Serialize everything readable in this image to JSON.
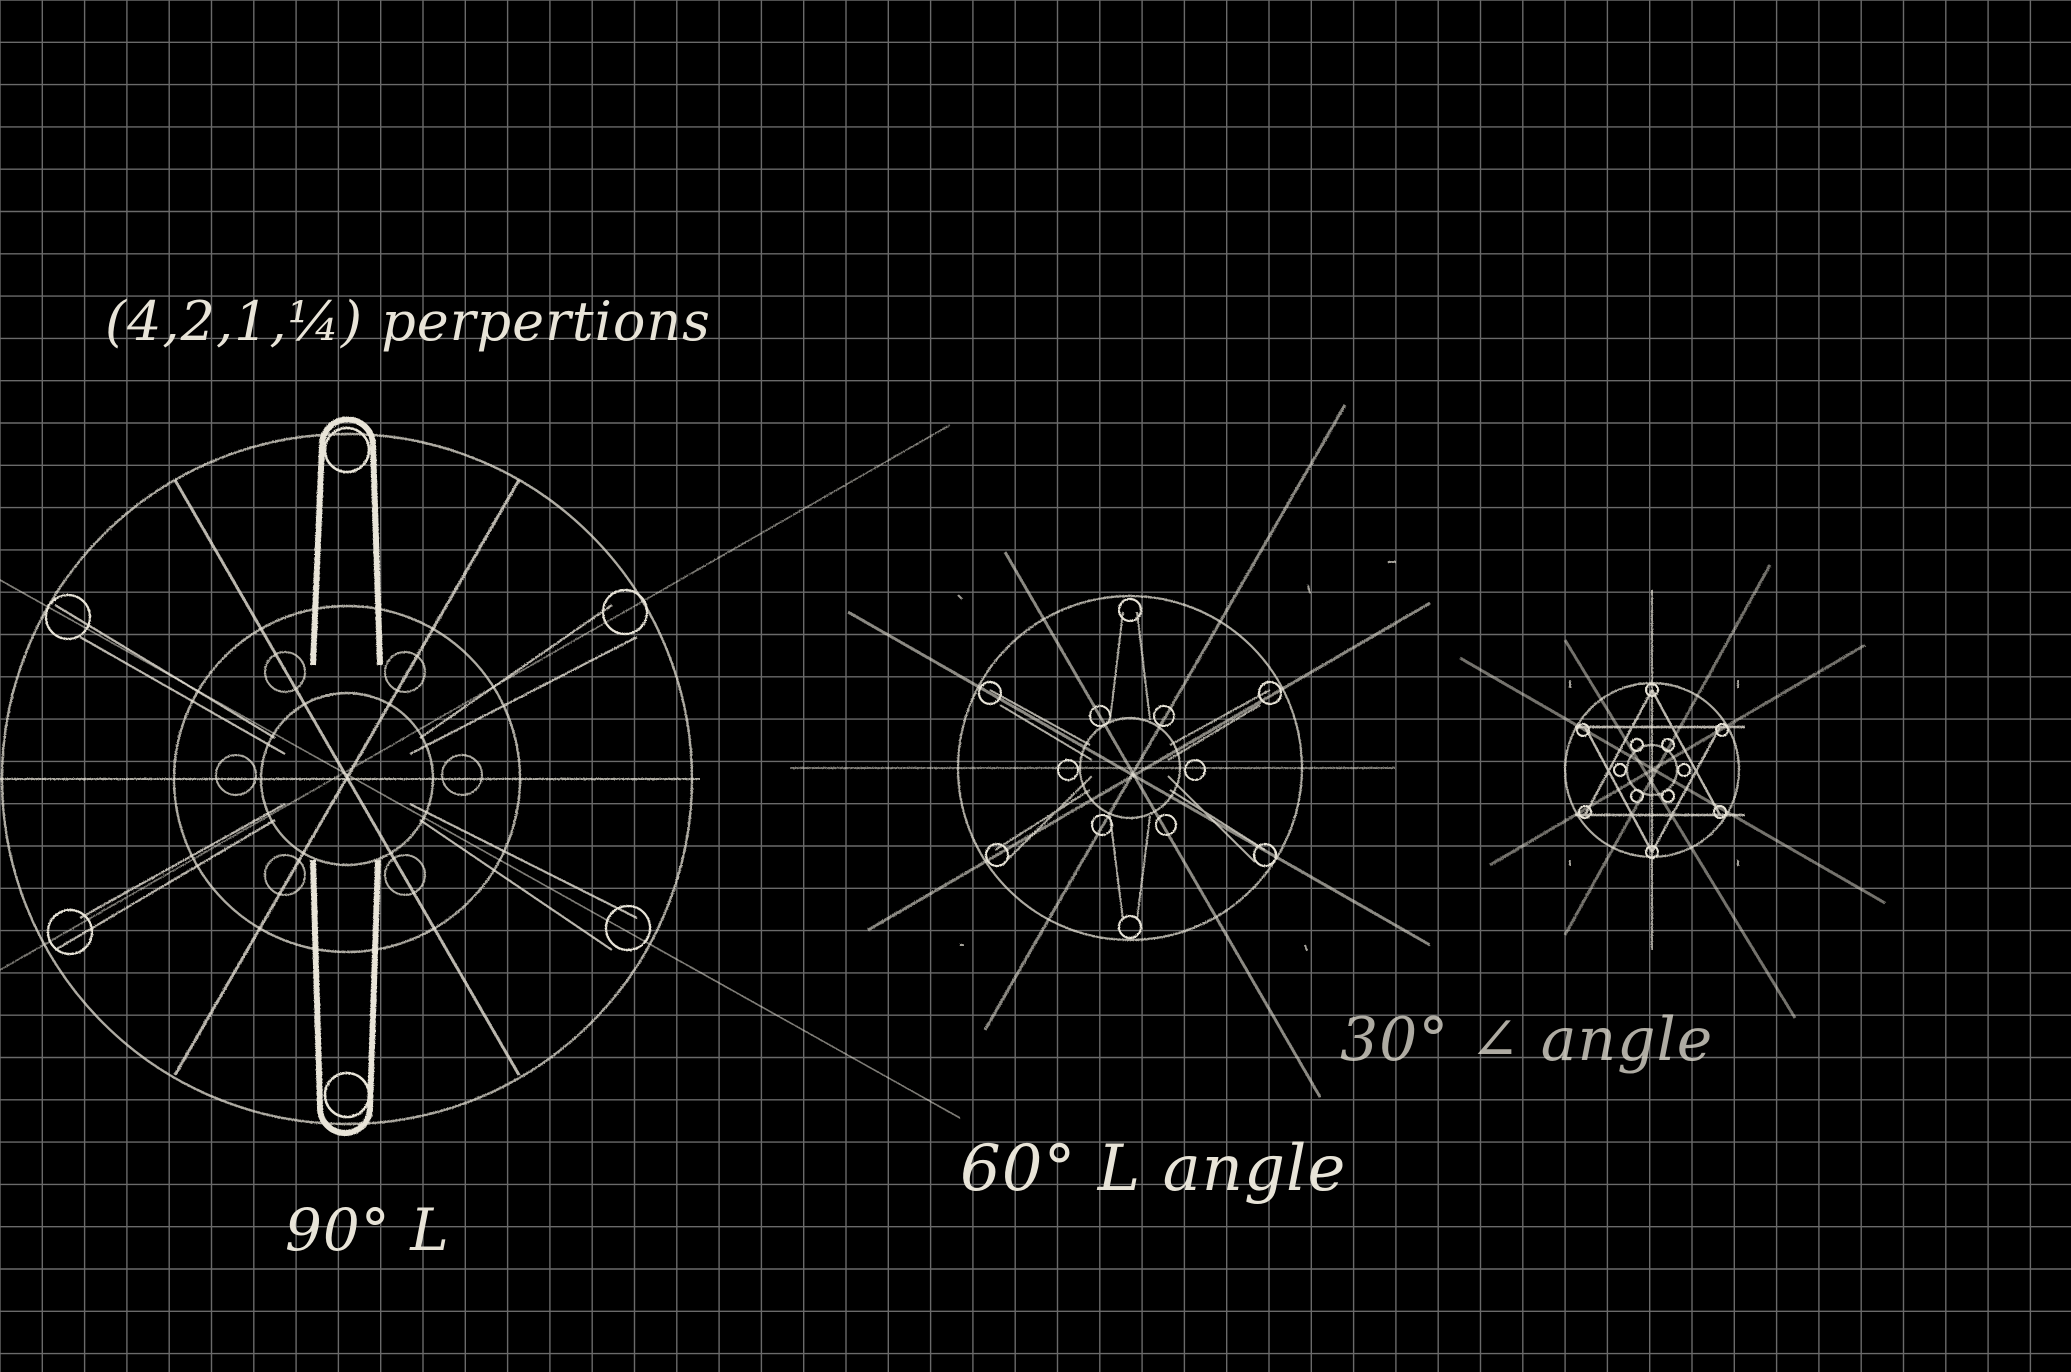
{
  "canvas": {
    "background": "#000000",
    "grid_color": "#6a6a6a",
    "chalk_color": "#e8e4d8",
    "grid": "on"
  },
  "annotations": {
    "proportions": "(4,2,1,¼) perpertions",
    "angle_90": "90° L",
    "angle_60": "60° L angle",
    "angle_30": "30° ∠ angle"
  },
  "figures": [
    {
      "name": "large-wheel",
      "spokes": 6,
      "rim_circles": 3
    },
    {
      "name": "medium-wheel",
      "spokes": 6,
      "rim_circles": 2
    },
    {
      "name": "small-wheel",
      "spokes": 6,
      "rim_circles": 2
    }
  ]
}
